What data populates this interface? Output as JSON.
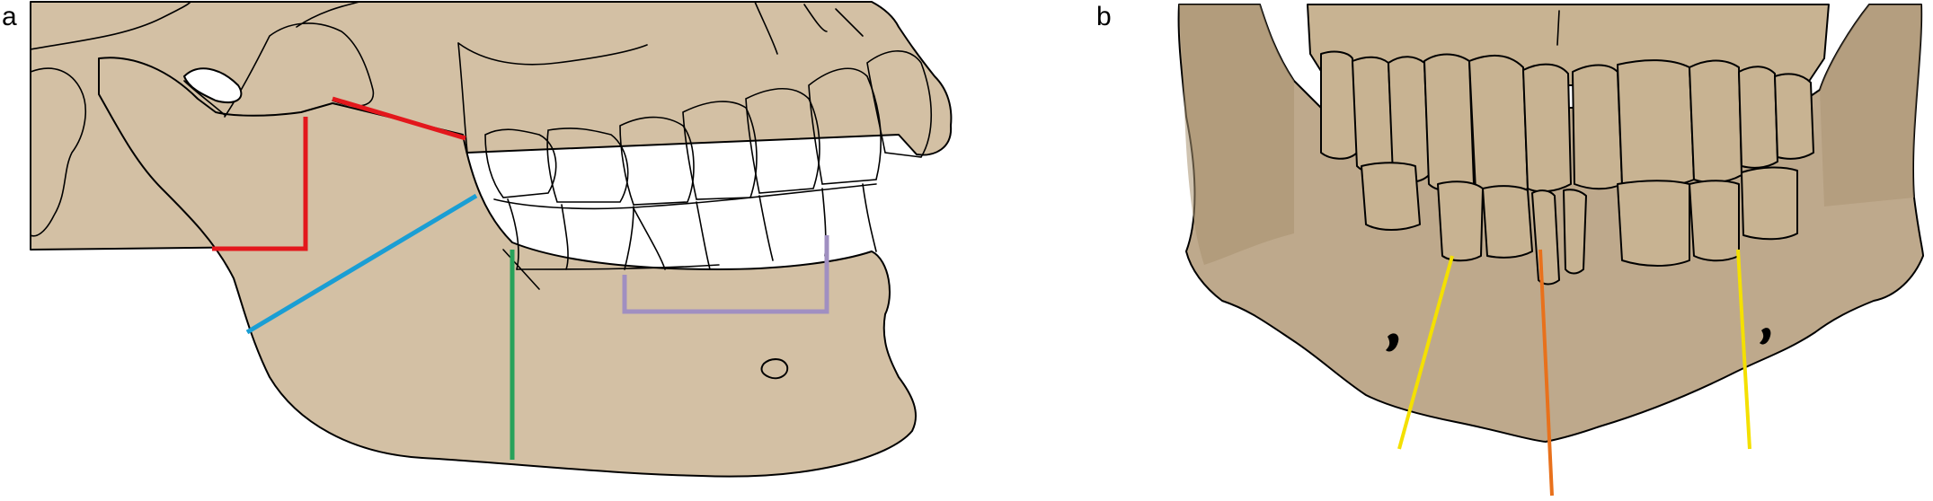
{
  "panels": [
    {
      "id": "a",
      "label": "a"
    },
    {
      "id": "b",
      "label": "b"
    }
  ],
  "colors": {
    "bone_lateral": "#d3c0a4",
    "bone_lateral_shadow": "#c4ae90",
    "bone_frontal": "#bea98c",
    "bone_frontal_dark": "#a8916f",
    "tooth_frontal": "#c8b392",
    "outline": "#000000",
    "measure_red": "#e3171c",
    "measure_blue": "#1a9ed4",
    "measure_green": "#27a25a",
    "measure_purple": "#a08fc1",
    "measure_orange": "#e8711c",
    "measure_yellow": "#f4e000"
  }
}
